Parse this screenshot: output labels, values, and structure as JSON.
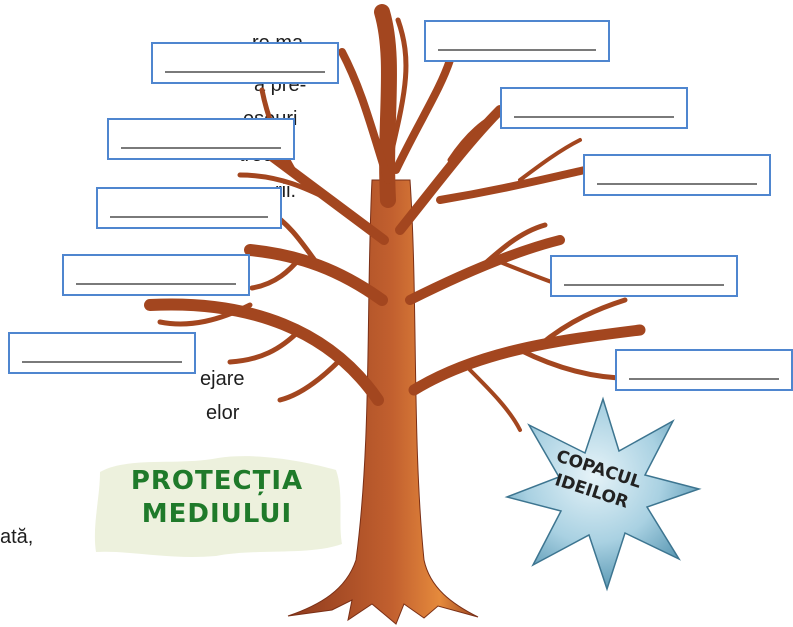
{
  "background_fragments": [
    "re ma-",
    "ă pre-",
    "eșeuri",
    "trecut",
    "rii.",
    "ejare",
    "elor",
    "ată,"
  ],
  "badge": {
    "line1": "PROTECȚIA",
    "line2": "MEDIULUI"
  },
  "star": {
    "line1": "COPACUL",
    "line2": "IDEILOR"
  },
  "colors": {
    "trunk": "#b5532a",
    "box_border": "#4f86cf",
    "badge_bg": "#edf1dd",
    "badge_text": "#1f7a2a",
    "star_fill": "#7fb3c9"
  },
  "idea_boxes": [
    {
      "blank": ""
    },
    {
      "blank": ""
    },
    {
      "blank": ""
    },
    {
      "blank": ""
    },
    {
      "blank": ""
    },
    {
      "blank": ""
    },
    {
      "blank": ""
    },
    {
      "blank": ""
    },
    {
      "blank": ""
    },
    {
      "blank": ""
    }
  ]
}
